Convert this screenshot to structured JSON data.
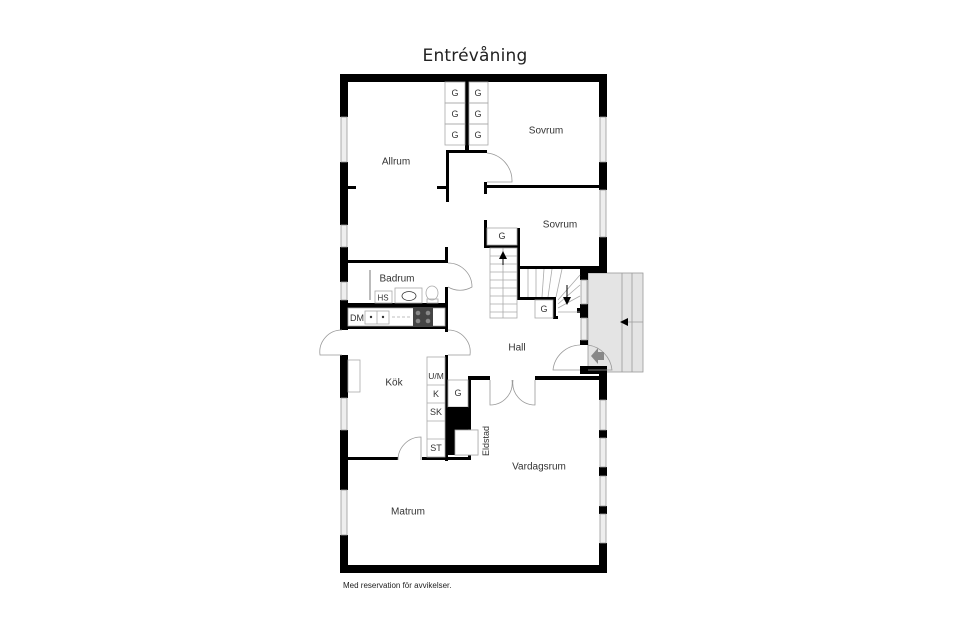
{
  "title": "Entrévåning",
  "disclaimer": "Med reservation för avvikelser.",
  "rooms": {
    "allrum": "Allrum",
    "sovrum1": "Sovrum",
    "sovrum2": "Sovrum",
    "badrum": "Badrum",
    "hall": "Hall",
    "kok": "Kök",
    "vardagsrum": "Vardagsrum",
    "matrum": "Matrum",
    "eldstad": "Eldstad"
  },
  "fixtures": {
    "g": "G",
    "hs": "HS",
    "dm": "DM",
    "um": "U/M",
    "k": "K",
    "sk": "SK",
    "st": "ST"
  },
  "colors": {
    "wall": "#000000",
    "window": "#e6e6e6",
    "porch": "#e4e4e4",
    "line": "#9a9a9a"
  },
  "icons": {
    "entrance": "entrance-arrow-icon",
    "stairs_up": "stairs-up-arrow-icon",
    "stairs_down": "stairs-down-arrow-icon"
  }
}
